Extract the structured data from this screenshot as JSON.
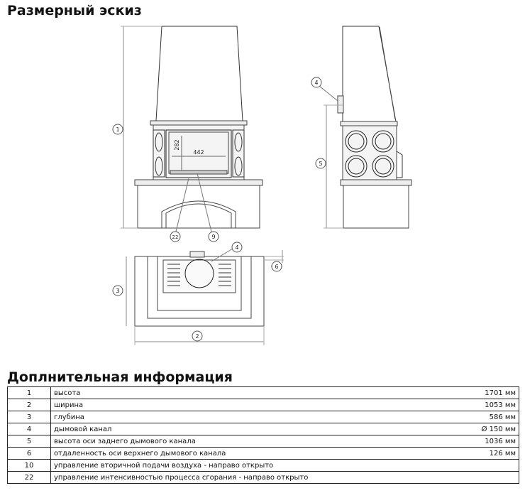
{
  "sketch": {
    "title": "Размерный эскиз"
  },
  "drawing": {
    "dims": {
      "width_inner": "442",
      "height_inner": "282"
    },
    "callouts": {
      "c1": "1",
      "c2": "2",
      "c3": "3",
      "c4a": "4",
      "c4b": "4",
      "c5": "5",
      "c6": "6",
      "c9": "9",
      "c22": "22"
    }
  },
  "info": {
    "title": "Доплнительная информация",
    "rows": [
      {
        "num": "1",
        "label": "высота",
        "value": "1701 мм"
      },
      {
        "num": "2",
        "label": "ширина",
        "value": "1053 мм"
      },
      {
        "num": "3",
        "label": "глубина",
        "value": "586 мм"
      },
      {
        "num": "4",
        "label": "дымовой канал",
        "value": "Ø 150 мм"
      },
      {
        "num": "5",
        "label": "высота оси заднего дымового канала",
        "value": "1036 мм"
      },
      {
        "num": "6",
        "label": "отдаленность оси верхнего дымового канала",
        "value": "126 мм"
      },
      {
        "num": "10",
        "label": "управление вторичной подачи воздуха - направо открыто",
        "value": ""
      },
      {
        "num": "22",
        "label": "управление интенсивностью процесса сгорания - направо открыто",
        "value": ""
      }
    ]
  }
}
